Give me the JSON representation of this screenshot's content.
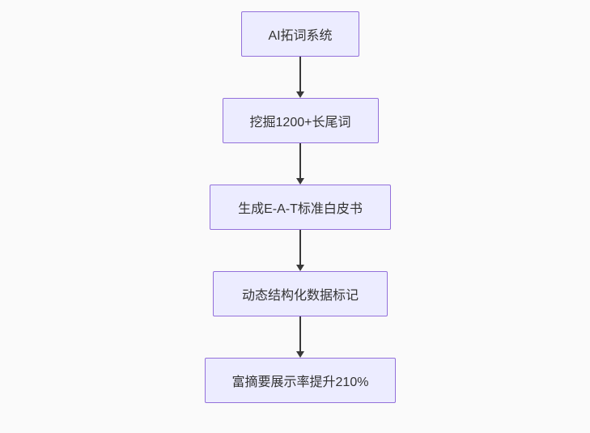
{
  "diagram": {
    "type": "flowchart",
    "direction": "top-down",
    "colors": {
      "background": "#fafafa",
      "node_fill": "#ECECFF",
      "node_border": "#9370DB",
      "text": "#333333",
      "edge": "#383838"
    },
    "nodes": [
      {
        "label": "AI拓词系统"
      },
      {
        "label": "挖掘1200+长尾词"
      },
      {
        "label": "生成E-A-T标准白皮书"
      },
      {
        "label": "动态结构化数据标记"
      },
      {
        "label": "富摘要展示率提升210%"
      }
    ],
    "edges": [
      {
        "from": 0,
        "to": 1
      },
      {
        "from": 1,
        "to": 2
      },
      {
        "from": 2,
        "to": 3
      },
      {
        "from": 3,
        "to": 4
      }
    ]
  }
}
